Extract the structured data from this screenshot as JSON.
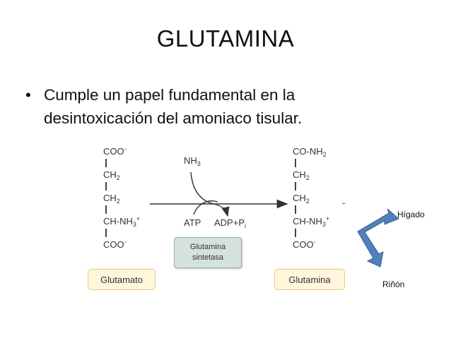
{
  "slide": {
    "title": "GLUTAMINA",
    "bullet_glyph": "•",
    "bullet_text": "Cumple un papel fundamental en la desintoxicación del amoniaco tisular."
  },
  "reaction": {
    "substrate": {
      "r1": "COO",
      "r1_charge": "-",
      "r2": "CH",
      "r2_sub": "2",
      "r3": "CH",
      "r3_sub": "2",
      "r4": "CH-NH",
      "r4_sub": "3",
      "r4_charge": "+",
      "r5": "COO",
      "r5_charge": "-"
    },
    "product": {
      "r1": "CO-NH",
      "r1_sub": "2",
      "r2": "CH",
      "r2_sub": "2",
      "r3": "CH",
      "r3_sub": "2",
      "r4": "CH-NH",
      "r4_sub": "3",
      "r4_charge": "+",
      "r5": "COO",
      "r5_charge": "-"
    },
    "nh3": "NH",
    "nh3_sub": "3",
    "atp": "ATP",
    "adp": "ADP+P",
    "adp_sub": "i",
    "enzyme_line1": "Glutamina",
    "enzyme_line2": "sintetasa",
    "substrate_name": "Glutamato",
    "product_name": "Glutamina",
    "dash": "-"
  },
  "organs": {
    "liver": "Hígado",
    "kidney": "Riñón",
    "arrow_color": "#4f81bd"
  }
}
